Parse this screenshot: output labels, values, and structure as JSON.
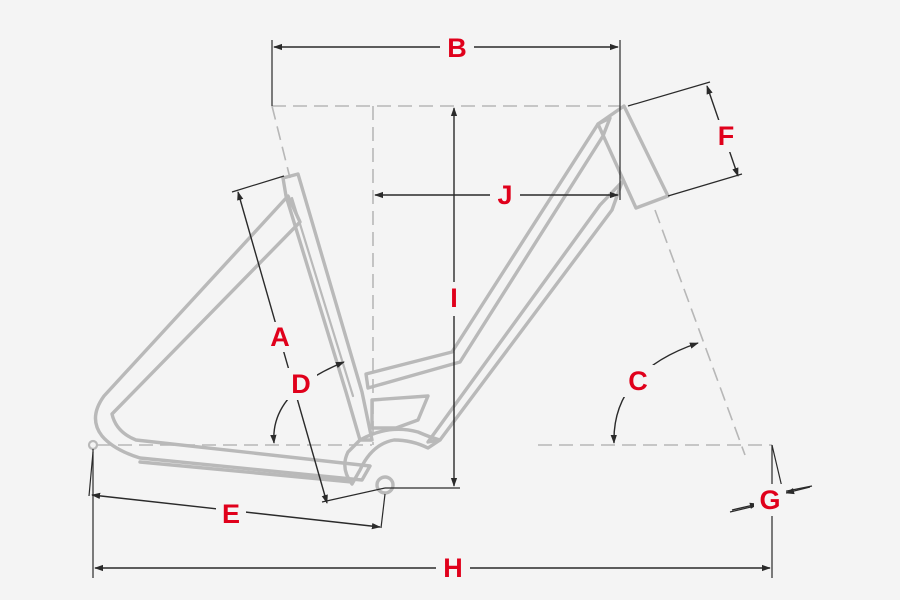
{
  "colors": {
    "background": "#f4f4f4",
    "frame": "#b9b9b9",
    "dimension_lines": "#2a2a2a",
    "labels": "#e0001b"
  },
  "labels": {
    "A": "A",
    "B": "B",
    "C": "C",
    "D": "D",
    "E": "E",
    "F": "F",
    "G": "G",
    "H": "H",
    "I": "I",
    "J": "J"
  }
}
